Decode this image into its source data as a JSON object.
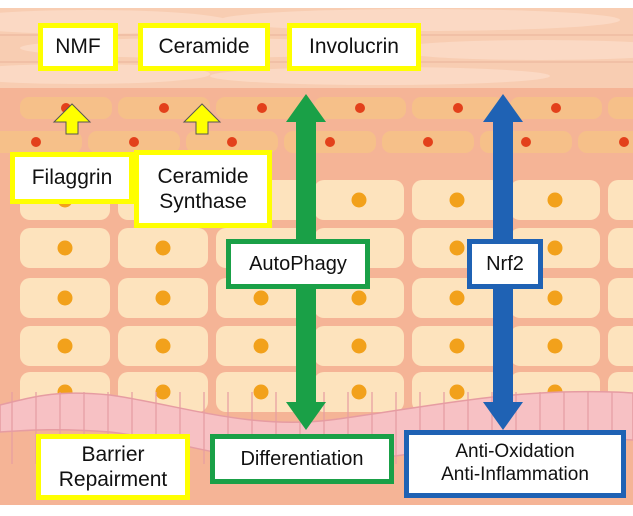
{
  "labels": {
    "nmf": "NMF",
    "ceramide": "Ceramide",
    "involucrin": "Involucrin",
    "filaggrin": "Filaggrin",
    "ceramide_synthase_line1": "Ceramide",
    "ceramide_synthase_line2": "Synthase",
    "autophagy": "AutoPhagy",
    "nrf2": "Nrf2",
    "barrier_line1": "Barrier",
    "barrier_line2": "Repairment",
    "differentiation": "Differentiation",
    "anti_oxidation": "Anti-Oxidation",
    "anti_inflammation": "Anti-Inflammation"
  },
  "colors": {
    "yellow_border": "#ffff00",
    "green_accent": "#1aa047",
    "blue_accent": "#1f62b4",
    "skin_background": "#f5b496",
    "cell_fill": "#fde3bd",
    "nucleus": "#f2a11b",
    "basal_cell": "#f7c1c4"
  }
}
